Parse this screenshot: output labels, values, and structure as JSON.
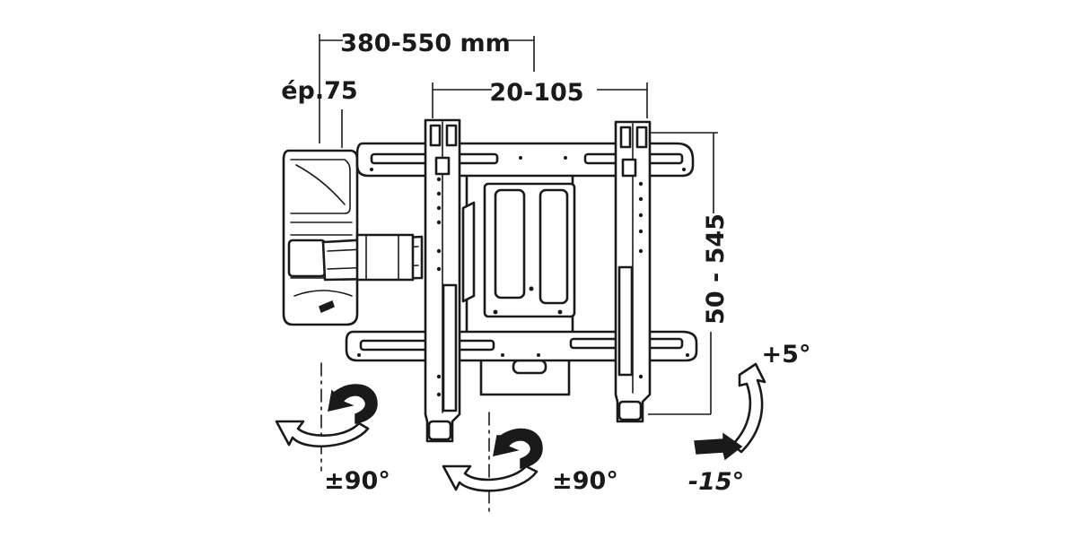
{
  "labels": {
    "width_range": "380-550 mm",
    "depth": "ép.75",
    "vesa_horizontal": "20-105",
    "vesa_vertical": "50 - 545",
    "swivel_left": "±90°",
    "swivel_center": "±90°",
    "tilt_up": "+5°",
    "tilt_down": "-15°"
  },
  "colors": {
    "ink": "#1a1a1a",
    "background": "#ffffff"
  }
}
